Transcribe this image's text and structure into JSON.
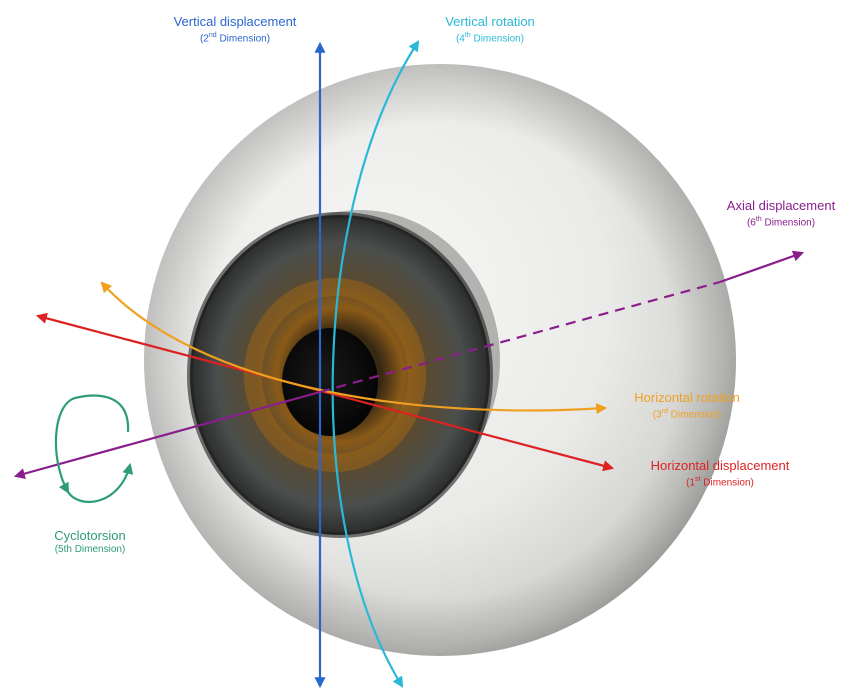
{
  "colors": {
    "vertical_displacement": "#2a66d0",
    "vertical_rotation": "#2ab8d8",
    "horizontal_displacement": "#dd2222",
    "horizontal_rotation": "#f0a020",
    "axial_displacement": "#8a1e8c",
    "cyclotorsion": "#2e9c78"
  },
  "labels": {
    "vertical_displacement": {
      "title": "Vertical displacement",
      "dim_pre": "(2",
      "dim_sup": "nd",
      "dim_post": " Dimension)"
    },
    "vertical_rotation": {
      "title": "Vertical rotation",
      "dim_pre": "(4",
      "dim_sup": "th",
      "dim_post": " Dimension)"
    },
    "axial_displacement": {
      "title": "Axial displacement",
      "dim_pre": "(6",
      "dim_sup": "th",
      "dim_post": " Dimension)"
    },
    "horizontal_rotation": {
      "title": "Horizontal rotation",
      "dim_pre": "(3",
      "dim_sup": "rd",
      "dim_post": " Dimension)"
    },
    "horizontal_displacement": {
      "title": "Horizontal displacement",
      "dim_pre": "(1",
      "dim_sup": "st",
      "dim_post": " Dimension)"
    },
    "cyclotorsion": {
      "title": "Cyclotorsion",
      "dim": "(5th Dimension)"
    }
  }
}
